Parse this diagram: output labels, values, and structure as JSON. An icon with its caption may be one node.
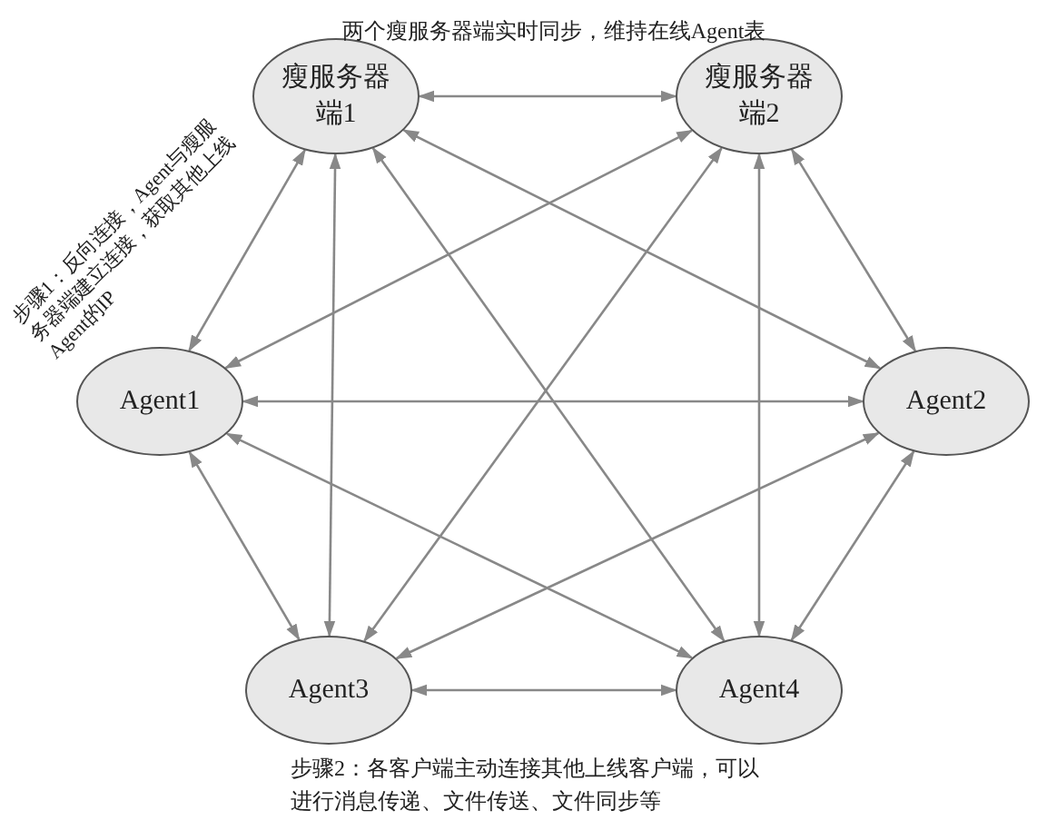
{
  "diagram": {
    "nodes": [
      {
        "text": [
          "瘦服务器端1"
        ]
      },
      {
        "text": [
          "瘦服务器端2"
        ]
      },
      {
        "text": [
          "Agent1"
        ]
      },
      {
        "text": [
          "Agent2"
        ]
      },
      {
        "text": [
          "Agent3"
        ]
      },
      {
        "text": [
          "Agent4"
        ]
      }
    ],
    "edges": [
      {
        "from": 0,
        "to": 1,
        "arrow": "both"
      },
      {
        "from": 0,
        "to": 2,
        "arrow": "both"
      },
      {
        "from": 0,
        "to": 3,
        "arrow": "both"
      },
      {
        "from": 0,
        "to": 4,
        "arrow": "both"
      },
      {
        "from": 0,
        "to": 5,
        "arrow": "both"
      },
      {
        "from": 1,
        "to": 2,
        "arrow": "both"
      },
      {
        "from": 1,
        "to": 3,
        "arrow": "both"
      },
      {
        "from": 1,
        "to": 4,
        "arrow": "both"
      },
      {
        "from": 1,
        "to": 5,
        "arrow": "both"
      },
      {
        "from": 2,
        "to": 3,
        "arrow": "both"
      },
      {
        "from": 2,
        "to": 4,
        "arrow": "both"
      },
      {
        "from": 2,
        "to": 5,
        "arrow": "both"
      },
      {
        "from": 3,
        "to": 4,
        "arrow": "both"
      },
      {
        "from": 3,
        "to": 5,
        "arrow": "both"
      },
      {
        "from": 4,
        "to": 5,
        "arrow": "both"
      }
    ],
    "labels": [
      "两个瘦服务器端实时同步，维持在线Agent表",
      "步骤1：反向连接，Agent与瘦服务器端建立连接，获取其他上线Agent的IP",
      "步骤2：各客户端主动连接其他上线客户端，可以进行消息传递、文件传送、文件同步等"
    ]
  }
}
